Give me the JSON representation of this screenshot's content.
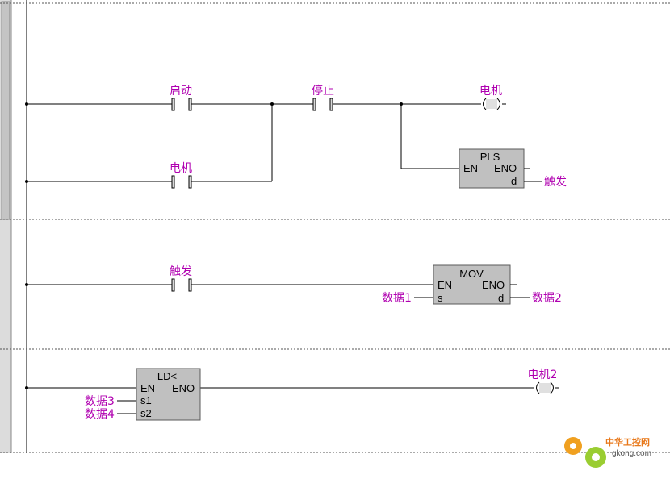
{
  "rungs": [
    {
      "contacts": [
        {
          "label": "启动"
        },
        {
          "label": "停止"
        },
        {
          "label": "电机"
        }
      ],
      "coil": {
        "label": "电机"
      },
      "block": {
        "name": "PLS",
        "en": "EN",
        "eno": "ENO",
        "d_pin": "d",
        "d_var": "触发"
      }
    },
    {
      "contacts": [
        {
          "label": "触发"
        }
      ],
      "block": {
        "name": "MOV",
        "en": "EN",
        "eno": "ENO",
        "s_pin": "s",
        "s_var": "数据1",
        "d_pin": "d",
        "d_var": "数据2"
      }
    },
    {
      "block": {
        "name": "LD<",
        "en": "EN",
        "eno": "ENO",
        "s1_pin": "s1",
        "s1_var": "数据3",
        "s2_pin": "s2",
        "s2_var": "数据4"
      },
      "coil": {
        "label": "电机2"
      }
    }
  ],
  "watermark": {
    "text_cn": "中华工控网",
    "text_en": "gkong.com",
    "color": "#e8781a"
  }
}
